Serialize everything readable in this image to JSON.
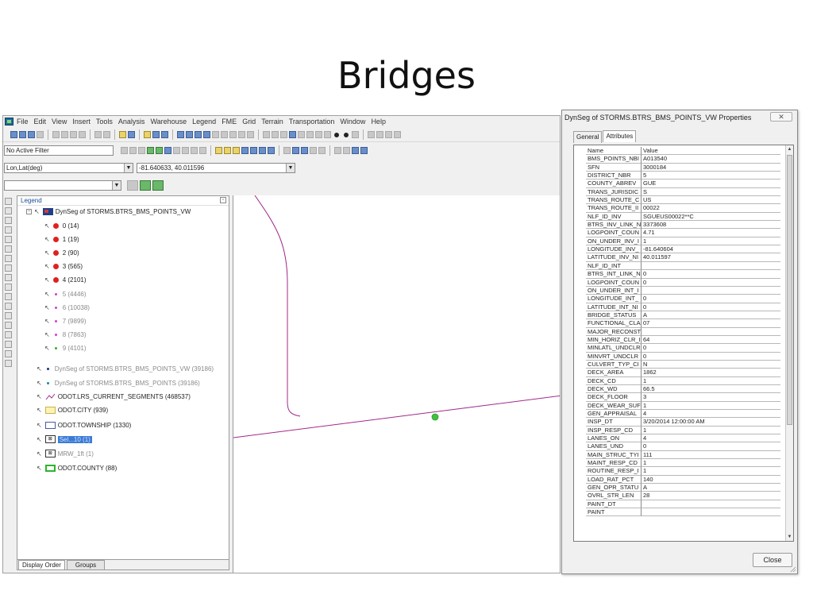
{
  "slide": {
    "title": "Bridges"
  },
  "menubar": {
    "items": [
      "File",
      "Edit",
      "View",
      "Insert",
      "Tools",
      "Analysis",
      "Warehouse",
      "Legend",
      "FME",
      "Grid",
      "Terrain",
      "Transportation",
      "Window",
      "Help"
    ]
  },
  "toolbar": {
    "filter_value": "No Active Filter",
    "coord_system": "Lon,Lat(deg)",
    "coord_readout": "-81.640633, 40.011596",
    "combo_value": ""
  },
  "legend": {
    "title": "Legend",
    "root_layer": "DynSeg of STORMS.BTRS_BMS_POINTS_VW",
    "classes": [
      {
        "label": "0 (14)",
        "color": "#e02020",
        "big": true
      },
      {
        "label": "1 (19)",
        "color": "#e02020",
        "big": true
      },
      {
        "label": "2 (90)",
        "color": "#e02020",
        "big": true
      },
      {
        "label": "3 (565)",
        "color": "#e02020",
        "big": true
      },
      {
        "label": "4 (2101)",
        "color": "#e02020",
        "big": true
      },
      {
        "label": "5 (4446)",
        "color": "#d040d0",
        "big": false
      },
      {
        "label": "6 (10038)",
        "color": "#d040d0",
        "big": false
      },
      {
        "label": "7 (9899)",
        "color": "#d040d0",
        "big": false
      },
      {
        "label": "8 (7863)",
        "color": "#d040d0",
        "big": false
      },
      {
        "label": "9 (4101)",
        "color": "#2bb52b",
        "big": false
      }
    ],
    "layers": [
      {
        "label": "DynSeg of STORMS.BTRS_BMS_POINTS_VW (39186)",
        "icon": "point-dark-icon"
      },
      {
        "label": "DynSeg of STORMS.BTRS_BMS_POINTS (39186)",
        "icon": "point-teal-icon"
      },
      {
        "label": "ODOT.LRS_CURRENT_SEGMENTS (468537)",
        "icon": "line-icon"
      },
      {
        "label": "ODOT.CITY (939)",
        "icon": "yellow-area-icon"
      },
      {
        "label": "ODOT.TOWNSHIP (1330)",
        "icon": "white-area-icon"
      },
      {
        "label": "Sel...10 (1)",
        "icon": "selection-icon"
      },
      {
        "label": "MRW_1ft (1)",
        "icon": "raster-icon"
      },
      {
        "label": "ODOT.COUNTY (88)",
        "icon": "green-area-icon"
      }
    ],
    "tabs": [
      "Display Order",
      "Groups"
    ]
  },
  "dialog": {
    "title": "DynSeg of STORMS.BTRS_BMS_POINTS_VW Properties",
    "tabs": [
      "General",
      "Attributes"
    ],
    "columns": [
      "Name",
      "Value"
    ],
    "rows": [
      [
        "BMS_POINTS_NBI",
        "A013540"
      ],
      [
        "SFN",
        "3000184"
      ],
      [
        "DISTRICT_NBR",
        "5"
      ],
      [
        "COUNTY_ABREV",
        "GUE"
      ],
      [
        "TRANS_JURISDIC",
        "S"
      ],
      [
        "TRANS_ROUTE_C",
        "US"
      ],
      [
        "TRANS_ROUTE_II",
        "00022"
      ],
      [
        "NLF_ID_INV",
        "SGUEUS00022**C"
      ],
      [
        "BTRS_INV_LINK_N",
        "3373608"
      ],
      [
        "LOGPOINT_COUN",
        "4.71"
      ],
      [
        "ON_UNDER_INV_I",
        "1"
      ],
      [
        "LONGITUDE_INV_",
        "-81.640604"
      ],
      [
        "LATITUDE_INV_NI",
        "40.011597"
      ],
      [
        "NLF_ID_INT",
        ""
      ],
      [
        "BTRS_INT_LINK_N",
        "0"
      ],
      [
        "LOGPOINT_COUN",
        "0"
      ],
      [
        "ON_UNDER_INT_I",
        ""
      ],
      [
        "LONGITUDE_INT_",
        "0"
      ],
      [
        "LATITUDE_INT_NI",
        "0"
      ],
      [
        "BRIDGE_STATUS",
        "A"
      ],
      [
        "FUNCTIONAL_CLA",
        "07"
      ],
      [
        "MAJOR_RECONST",
        ""
      ],
      [
        "MIN_HORIZ_CLR_I",
        "64"
      ],
      [
        "MINLATL_UNDCLR",
        "0"
      ],
      [
        "MINVRT_UNDCLR",
        "0"
      ],
      [
        "CULVERT_TYP_CI",
        "N"
      ],
      [
        "DECK_AREA",
        "1862"
      ],
      [
        "DECK_CD",
        "1"
      ],
      [
        "DECK_WD",
        "66.5"
      ],
      [
        "DECK_FLOOR",
        "3"
      ],
      [
        "DECK_WEAR_SUF",
        "1"
      ],
      [
        "GEN_APPRAISAL",
        "4"
      ],
      [
        "INSP_DT",
        "3/20/2014 12:00:00 AM"
      ],
      [
        "INSP_RESP_CD",
        "1"
      ],
      [
        "LANES_ON",
        "4"
      ],
      [
        "LANES_UND",
        "0"
      ],
      [
        "MAIN_STRUC_TYI",
        "111"
      ],
      [
        "MAINT_RESP_CD",
        "1"
      ],
      [
        "ROUTINE_RESP_I",
        "1"
      ],
      [
        "LOAD_RAT_PCT",
        "140"
      ],
      [
        "GEN_OPR_STATU",
        "A"
      ],
      [
        "OVRL_STR_LEN",
        "28"
      ],
      [
        "PAINT_DT",
        ""
      ],
      [
        "PAINT",
        ""
      ]
    ],
    "close_label": "Close"
  },
  "colors": {
    "road_line": "#a02a8a",
    "selected_point": "#40c040",
    "selection": "#3a7bd5"
  }
}
